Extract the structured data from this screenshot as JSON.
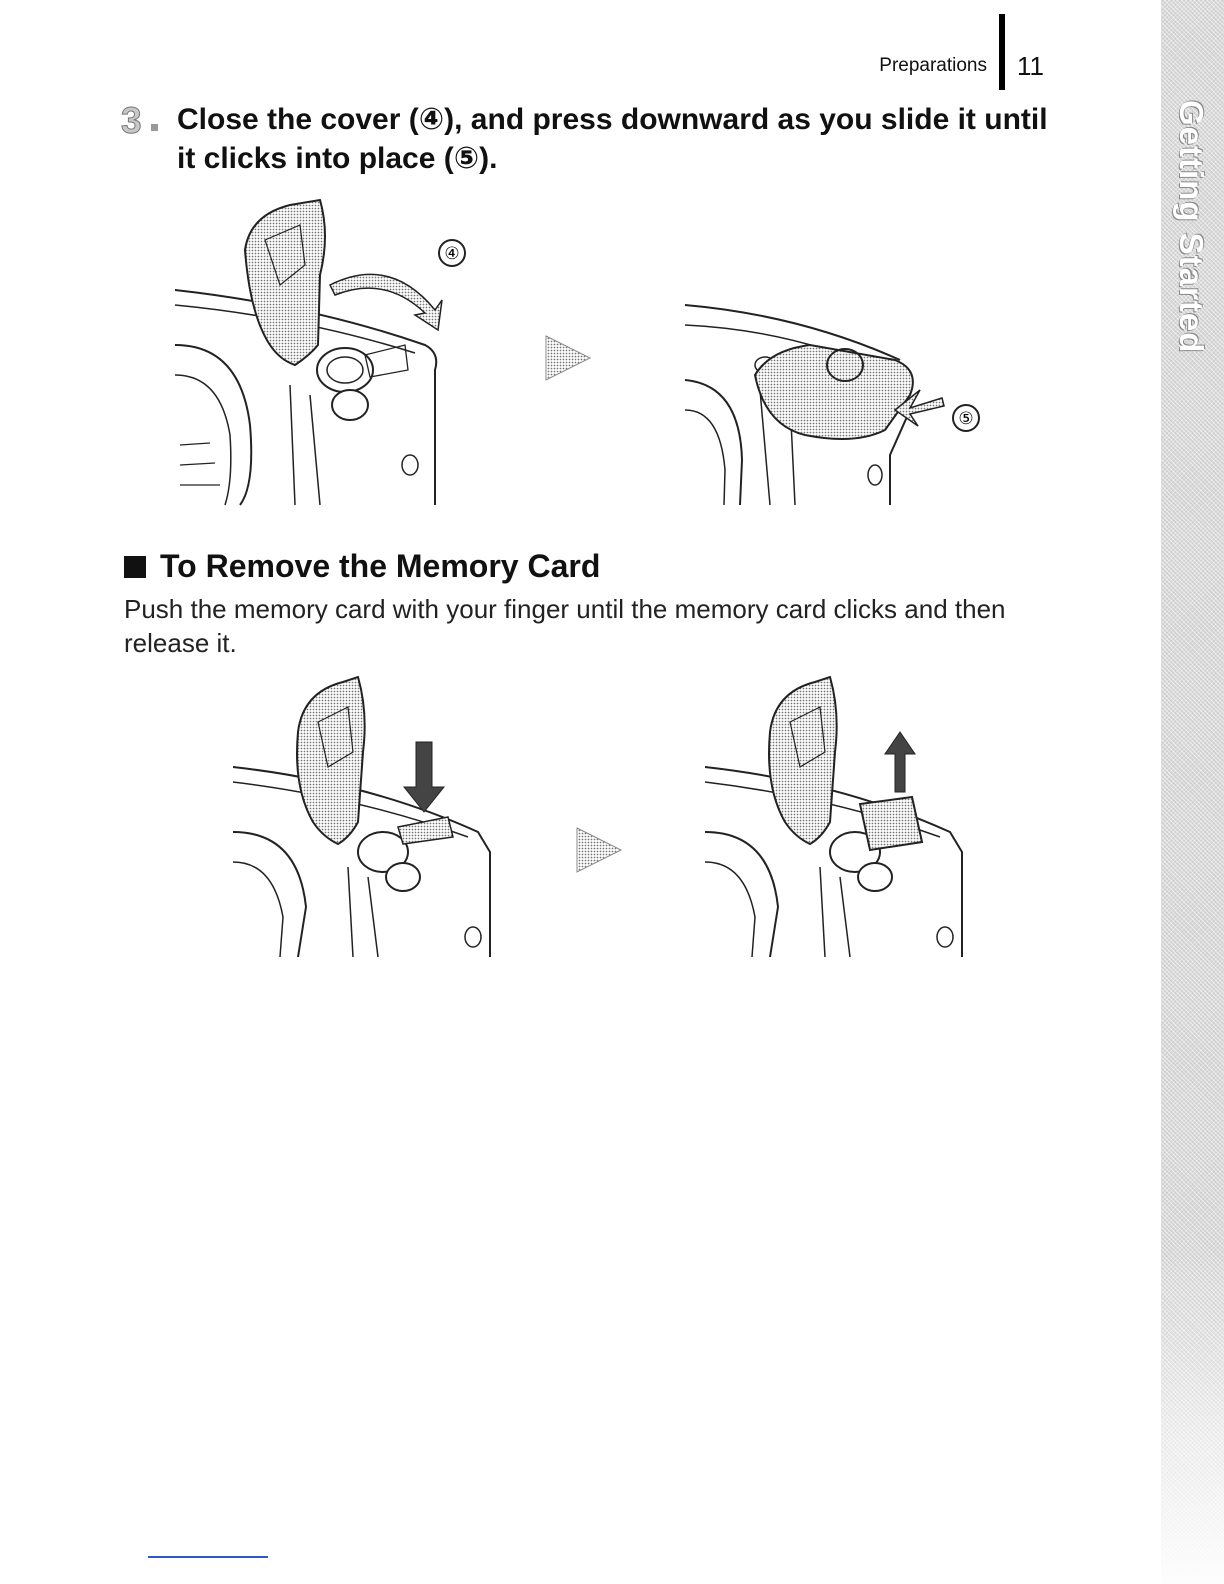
{
  "header": {
    "section": "Preparations",
    "page_number": "11"
  },
  "side_tab": {
    "label": "Getting Started"
  },
  "step": {
    "number": "3",
    "text": "Close the cover (④), and press downward as you slide it until it clicks into place (⑤)."
  },
  "figures": {
    "close_cover_callout": "④",
    "slide_cover_callout": "⑤"
  },
  "section": {
    "title": "To Remove the Memory Card",
    "body": "Push the memory card with your finger until the memory card clicks and then release it."
  }
}
